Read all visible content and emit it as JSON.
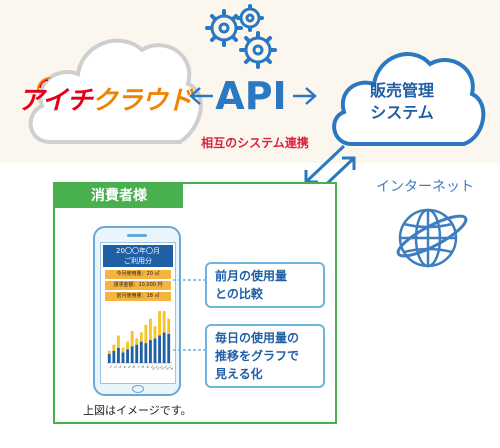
{
  "logo": {
    "part_red": "アイチ",
    "part_orange": "クラウド"
  },
  "api": {
    "label": "API"
  },
  "sales_system": {
    "line1": "販売管理",
    "line2": "システム"
  },
  "link_caption": "相互のシステム連携",
  "internet_label": "インターネット",
  "consumer": {
    "title": "消費者様",
    "screen": {
      "header_line1": "20〇〇年〇月",
      "header_line2": "ご利用分",
      "rows": [
        "今月使用量：20 ㎥",
        "請求金額：10,000 円",
        "前月使用量：18 ㎥"
      ]
    },
    "callouts": [
      {
        "line1": "前月の使用量",
        "line2": "との比較"
      },
      {
        "line1": "毎日の使用量の",
        "line2": "推移をグラフで",
        "line3": "見える化"
      }
    ],
    "note": "上図はイメージです。"
  },
  "colors": {
    "brand_red": "#e3001b",
    "brand_orange": "#f08300",
    "api_blue": "#2a78c2",
    "consumer_green": "#48b04f",
    "bar_navy": "#1f5fa6",
    "bar_yellow": "#f7c328"
  },
  "chart_data": {
    "type": "bar",
    "categories": [
      "1",
      "2",
      "3",
      "4",
      "5",
      "6",
      "7",
      "8",
      "9",
      "10",
      "11",
      "12",
      "13",
      "14"
    ],
    "series": [
      {
        "values": [
          6,
          8,
          10,
          7,
          9,
          11,
          12,
          14,
          13,
          15,
          16,
          18,
          20,
          19
        ]
      },
      {
        "values": [
          2,
          4,
          8,
          3,
          5,
          10,
          4,
          6,
          12,
          14,
          8,
          16,
          14,
          10
        ]
      }
    ],
    "stacked": true
  }
}
